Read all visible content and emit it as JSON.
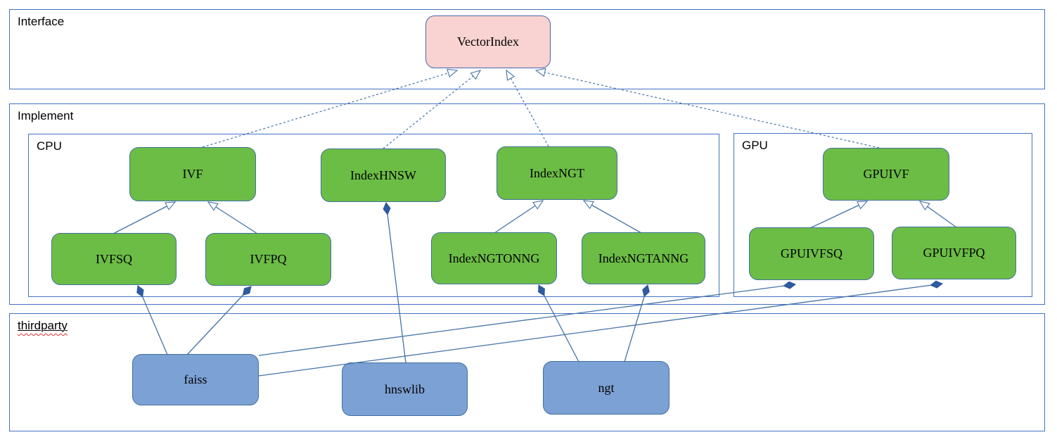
{
  "sections": {
    "interface": {
      "label": "Interface"
    },
    "implement": {
      "label": "Implement"
    },
    "cpu": {
      "label": "CPU"
    },
    "gpu": {
      "label": "GPU"
    },
    "thirdparty": {
      "label": "thirdparty"
    }
  },
  "nodes": {
    "vectorindex": {
      "label": "VectorIndex",
      "kind": "interface"
    },
    "ivf": {
      "label": "IVF",
      "kind": "cpu-implementation"
    },
    "indexhnsw": {
      "label": "IndexHNSW",
      "kind": "cpu-implementation"
    },
    "indexngt": {
      "label": "IndexNGT",
      "kind": "cpu-implementation"
    },
    "ivfsq": {
      "label": "IVFSQ",
      "kind": "cpu-implementation"
    },
    "ivfpq": {
      "label": "IVFPQ",
      "kind": "cpu-implementation"
    },
    "indexngtonng": {
      "label": "IndexNGTONNG",
      "kind": "cpu-implementation"
    },
    "indexngtanng": {
      "label": "IndexNGTANNG",
      "kind": "cpu-implementation"
    },
    "gpuivf": {
      "label": "GPUIVF",
      "kind": "gpu-implementation"
    },
    "gpuivfsq": {
      "label": "GPUIVFSQ",
      "kind": "gpu-implementation"
    },
    "gpuivfpq": {
      "label": "GPUIVFPQ",
      "kind": "gpu-implementation"
    },
    "faiss": {
      "label": "faiss",
      "kind": "thirdparty-library"
    },
    "hnswlib": {
      "label": "hnswlib",
      "kind": "thirdparty-library"
    },
    "ngt": {
      "label": "ngt",
      "kind": "thirdparty-library"
    }
  },
  "relations": {
    "realizes": [
      [
        "IVF",
        "VectorIndex"
      ],
      [
        "IndexHNSW",
        "VectorIndex"
      ],
      [
        "IndexNGT",
        "VectorIndex"
      ],
      [
        "GPUIVF",
        "VectorIndex"
      ]
    ],
    "inherits": [
      [
        "IVFSQ",
        "IVF"
      ],
      [
        "IVFPQ",
        "IVF"
      ],
      [
        "IndexNGTONNG",
        "IndexNGT"
      ],
      [
        "IndexNGTANNG",
        "IndexNGT"
      ],
      [
        "GPUIVFSQ",
        "GPUIVF"
      ],
      [
        "GPUIVFPQ",
        "GPUIVF"
      ]
    ],
    "composes": [
      [
        "faiss",
        "IVFSQ"
      ],
      [
        "faiss",
        "IVFPQ"
      ],
      [
        "faiss",
        "GPUIVFSQ"
      ],
      [
        "faiss",
        "GPUIVFPQ"
      ],
      [
        "hnswlib",
        "IndexHNSW"
      ],
      [
        "ngt",
        "IndexNGTONNG"
      ],
      [
        "ngt",
        "IndexNGTANNG"
      ]
    ]
  },
  "colors": {
    "interface_node_fill": "#f8d3d1",
    "impl_node_fill": "#6cbd45",
    "thirdparty_node_fill": "#7ca1d4",
    "node_border": "#41719c",
    "section_border": "#4472c4",
    "connector": "#4472a8",
    "diamond_fill": "#2e5a9e",
    "spellcheck_underline": "#e0312e",
    "text": "#000000"
  }
}
